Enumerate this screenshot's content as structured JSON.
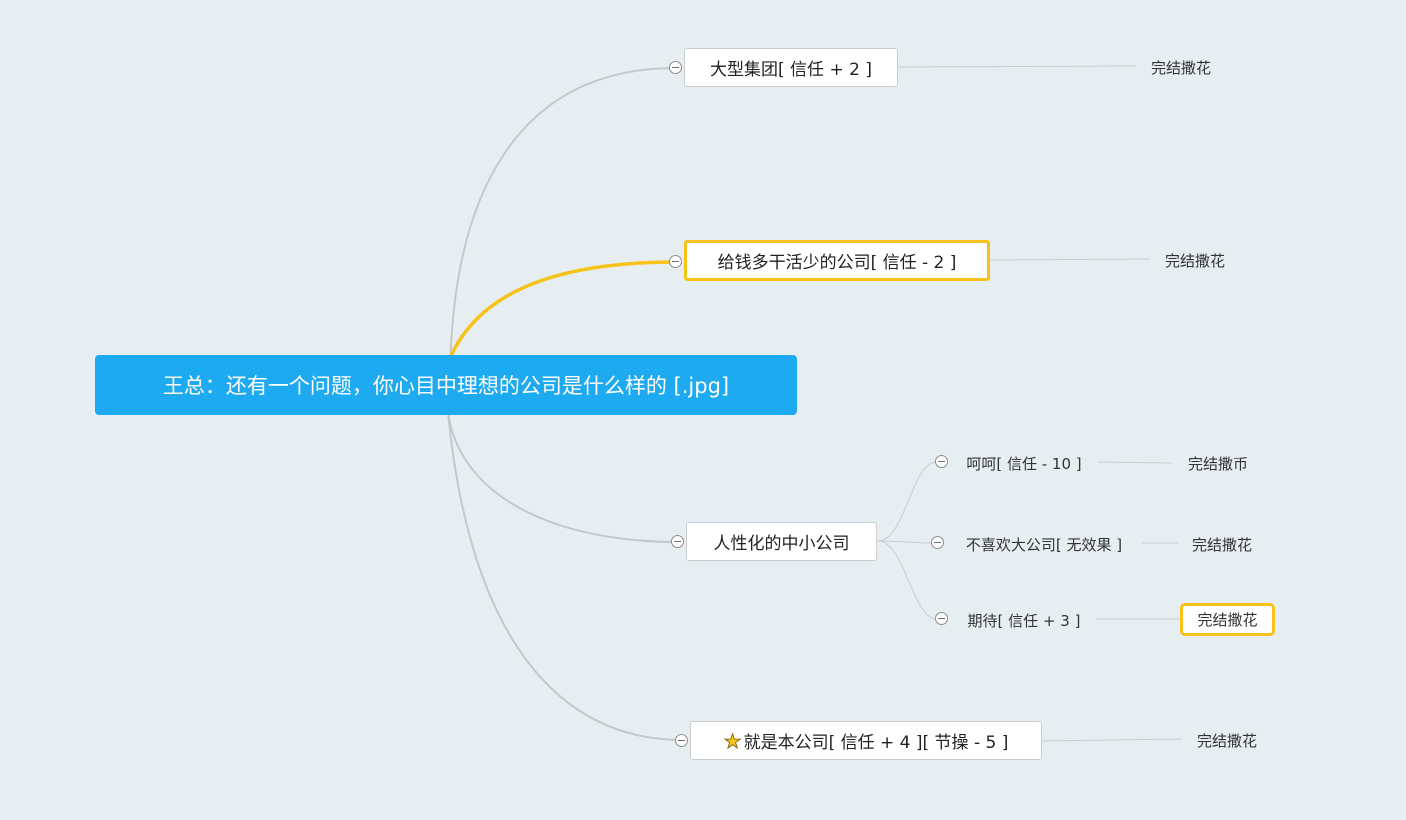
{
  "root": {
    "label": "王总：还有一个问题，你心目中理想的公司是什么样的 [.jpg]"
  },
  "branches": [
    {
      "label": "大型集团[ 信任 + 2 ]",
      "leaf": "完结撒花",
      "highlighted": false
    },
    {
      "label": "给钱多干活少的公司[ 信任 - 2 ]",
      "leaf": "完结撒花",
      "highlighted": true
    },
    {
      "label": "人性化的中小公司",
      "highlighted": false,
      "children": [
        {
          "label": "呵呵[ 信任 - 10 ]",
          "leaf": "完结撒币",
          "leaf_highlighted": false
        },
        {
          "label": "不喜欢大公司[ 无效果 ]",
          "leaf": "完结撒花",
          "leaf_highlighted": false
        },
        {
          "label": "期待[ 信任 + 3 ]",
          "leaf": "完结撒花",
          "leaf_highlighted": true
        }
      ]
    },
    {
      "label": "就是本公司[ 信任 + 4 ][ 节操 - 5 ]",
      "icon": "star-icon",
      "leaf": "完结撒花",
      "highlighted": false
    }
  ],
  "colors": {
    "background": "#e7eef2",
    "root": "#1eaaf1",
    "highlight": "#f7c21a",
    "line": "#c4c8cc"
  }
}
